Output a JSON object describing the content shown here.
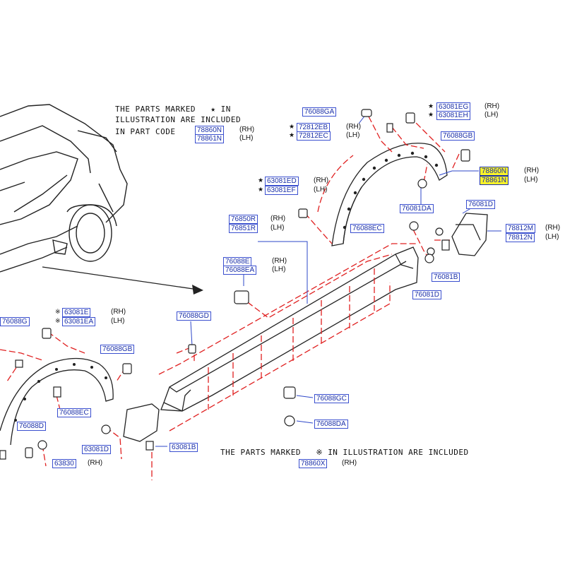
{
  "notes": {
    "top_line1": "THE PARTS MARKED",
    "top_star": "★",
    "top_line1b": "IN",
    "top_line2": "ILLUSTRATION ARE INCLUDED",
    "top_line3": "IN PART CODE",
    "bottom_line1": "THE PARTS MARKED",
    "bottom_mark": "※",
    "bottom_line1b": "IN ILLUSTRATION ARE INCLUDED"
  },
  "sides": {
    "rh": "(RH)",
    "lh": "(LH)"
  },
  "marks": {
    "star": "★",
    "ref": "※"
  },
  "parts": {
    "p78860N_a": "78860N",
    "p78861N_a": "78861N",
    "p76088GA": "76088GA",
    "p72812EB": "72812EB",
    "p72812EC": "72812EC",
    "p63081EG": "63081EG",
    "p63081EH": "63081EH",
    "p76088GB_a": "76088GB",
    "p78860N_b": "78860N",
    "p78861N_b": "78861N",
    "p63081ED": "63081ED",
    "p63081EF": "63081EF",
    "p76081DA_a": "76081DA",
    "p76081D_a": "76081D",
    "p76088EC_a": "76088EC",
    "p76850R": "76850R",
    "p76851R": "76851R",
    "p78812M": "78812M",
    "p78812N": "78812N",
    "p76081B": "76081B",
    "p76088E": "76088E",
    "p76088EA": "76088EA",
    "p76081D_b": "76081D",
    "p76088G": "76088G",
    "p63081E": "63081E",
    "p63081EA": "63081EA",
    "p76088GD": "76088GD",
    "p76088GB_b": "76088GB",
    "p76088EC_b": "76088EC",
    "p76088GC": "76088GC",
    "p76088D": "76088D",
    "p76088DA": "76088DA",
    "p63081D": "63081D",
    "p63081B": "63081B",
    "p63830": "63830",
    "p78860X": "78860X"
  }
}
